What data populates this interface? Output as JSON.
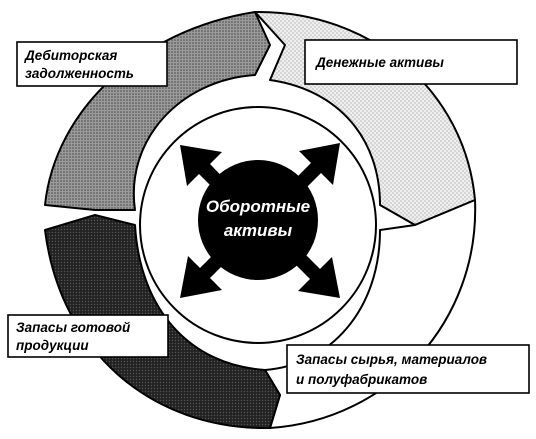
{
  "diagram": {
    "center": {
      "line1": "Оборотные",
      "line2": "активы"
    },
    "stages": {
      "receivables": {
        "line1": "Дебиторская",
        "line2": "задолженность"
      },
      "cash": {
        "line1": "Денежные активы"
      },
      "raw_materials": {
        "line1": "Запасы сырья, материалов",
        "line2": "и полуфабрикатов"
      },
      "finished_goods": {
        "line1": "Запасы готовой",
        "line2": "продукции"
      }
    },
    "colors": {
      "receivables_fill": "#8a8a8a",
      "cash_fill": "#e6e6e6",
      "raw_materials_fill": "#ffffff",
      "finished_goods_fill": "#1a1a1a",
      "center_fill": "#000000"
    }
  }
}
